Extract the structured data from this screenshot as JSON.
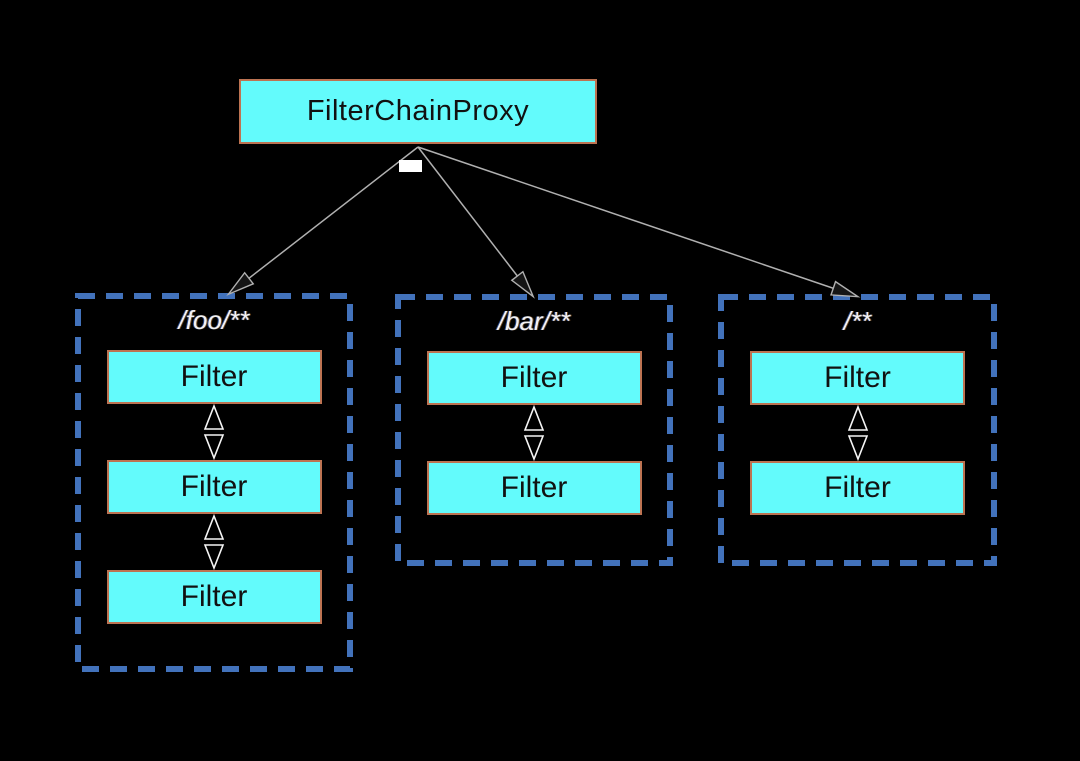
{
  "diagram": {
    "root_node": {
      "label": "FilterChainProxy"
    },
    "chains": [
      {
        "pattern": "/foo/**",
        "filters": [
          "Filter",
          "Filter",
          "Filter"
        ]
      },
      {
        "pattern": "/bar/**",
        "filters": [
          "Filter",
          "Filter"
        ]
      },
      {
        "pattern": "/**",
        "filters": [
          "Filter",
          "Filter"
        ]
      }
    ],
    "colors": {
      "background": "#000000",
      "node_fill": "#63fbfc",
      "node_border": "#bd7352",
      "chain_dash": "#4272bb",
      "connector_line": "#b0b0b0",
      "arrowhead_fill": "#151515",
      "gap_arrow_stroke": "#f5f5f5",
      "pattern_text": "#f2f2f2",
      "node_text": "#111111"
    }
  }
}
